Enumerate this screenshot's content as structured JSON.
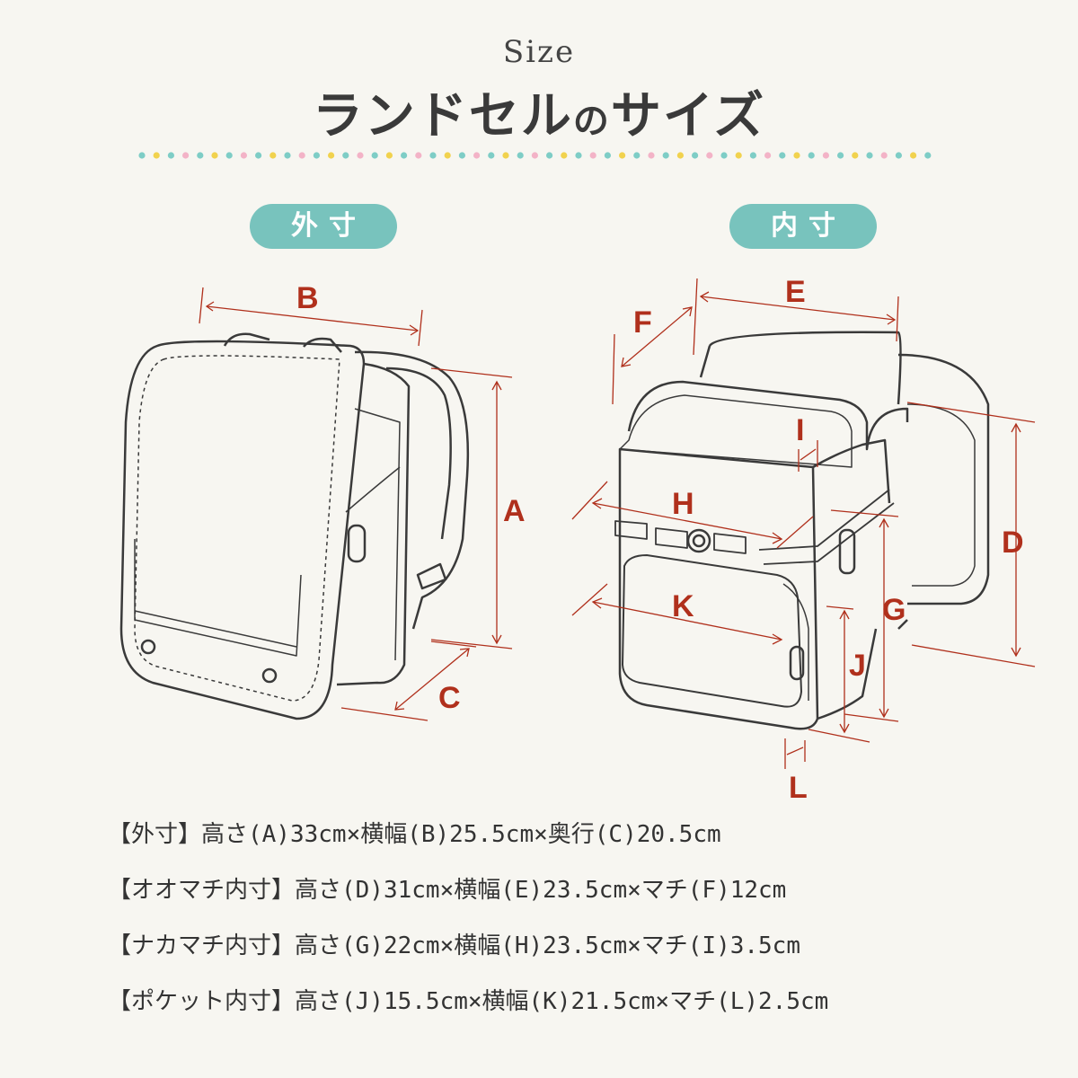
{
  "header": {
    "subtitle": "Size",
    "title_part1": "ランドセル",
    "title_part2": "の",
    "title_part3": "サイズ"
  },
  "colors": {
    "accent": "#78c3bd",
    "dimension_label": "#b0301c",
    "dots": [
      "#7ecdc6",
      "#f1d24e",
      "#f3b3c7"
    ]
  },
  "sections": {
    "outer_label": "外寸",
    "inner_label": "内寸"
  },
  "dimension_labels": {
    "A": "A",
    "B": "B",
    "C": "C",
    "D": "D",
    "E": "E",
    "F": "F",
    "G": "G",
    "H": "H",
    "I": "I",
    "J": "J",
    "K": "K",
    "L": "L"
  },
  "specs": [
    "【外寸】高さ(A)33cm×横幅(B)25.5cm×奥行(C)20.5cm",
    "【オオマチ内寸】高さ(D)31cm×横幅(E)23.5cm×マチ(F)12cm",
    "【ナカマチ内寸】高さ(G)22cm×横幅(H)23.5cm×マチ(I)3.5cm",
    "【ポケット内寸】高さ(J)15.5cm×横幅(K)21.5cm×マチ(L)2.5cm"
  ]
}
